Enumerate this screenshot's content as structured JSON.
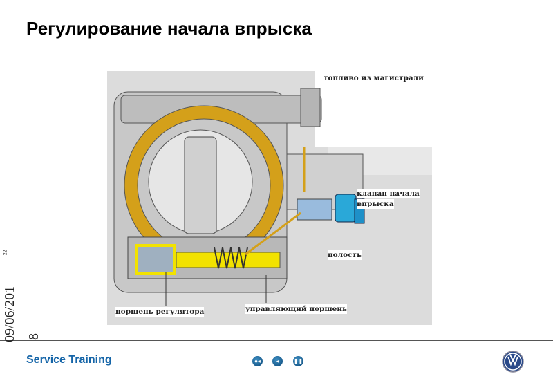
{
  "title": "Регулирование начала впрыска",
  "sidebar": {
    "date_line1": "09/06/201",
    "date_line2": "8",
    "page_number": "22"
  },
  "footer": {
    "brand": "Service Training",
    "nav": [
      {
        "icon": "rewind-icon",
        "glyph": "●◂"
      },
      {
        "icon": "back-icon",
        "glyph": "◂"
      },
      {
        "icon": "pause-icon",
        "glyph": "❚❚"
      }
    ],
    "logo": "VW"
  },
  "diagram": {
    "labels": {
      "fuel": "топливо из магистрали",
      "valve_line1": "клапан начала",
      "valve_line2": "впрыска",
      "cavity": "полость",
      "regulator_piston": "поршень регулятора",
      "control_piston": "управляющий поршень"
    }
  },
  "colors": {
    "accent": "#1565a8",
    "fuel": "#d4a01a",
    "valve": "#2aa8d8",
    "housing": "#c8c8c8"
  }
}
